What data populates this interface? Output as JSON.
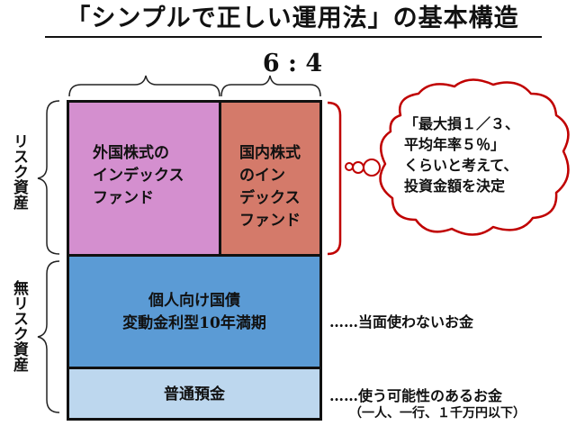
{
  "title": "「シンプルで正しい運用法」の基本構造",
  "ratio": "6 : 4",
  "labels": {
    "risk_assets": "リスク資産",
    "riskless_assets": "無リスク資産"
  },
  "boxes": {
    "foreign": [
      "外国株式の",
      "インデックス",
      "ファンド"
    ],
    "domestic": [
      "国内株式",
      "のイン",
      "デックス",
      "ファンド"
    ],
    "bond": [
      "個人向け国債",
      "変動金利型10年満期"
    ],
    "deposit": "普通預金"
  },
  "bubble": [
    "「最大損１／３、",
    "平均年率５％」",
    "くらいと考えて、",
    "投資金額を決定"
  ],
  "notes": {
    "bond": "……当面使わないお金",
    "deposit_1": "……使う可能性のあるお金",
    "deposit_2": "（一人、一行、１千万円以下）"
  },
  "colors": {
    "foreign": "#d48fcf",
    "domestic": "#d47a6a",
    "bond": "#5b9bd5",
    "deposit": "#bdd7ee",
    "bubble_outline": "#c00000"
  }
}
